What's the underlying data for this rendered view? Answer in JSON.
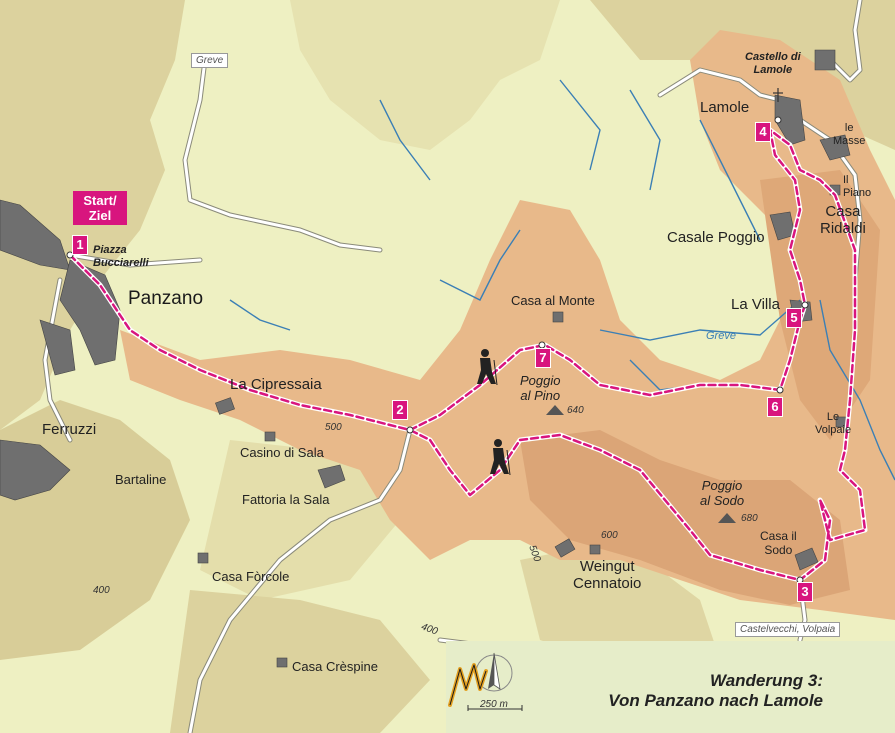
{
  "map": {
    "title_line1": "Wanderung 3:",
    "title_line2": "Von Panzano nach Lamole",
    "scale_label": "250 m",
    "start_label": "Start/\nZiel",
    "places": {
      "panzano": "Panzano",
      "piazza": "Piazza\nBucciarelli",
      "ferruzzi": "Ferruzzi",
      "bartaline": "Bartaline",
      "cipressaia": "La Cipressaia",
      "casino_sala": "Casino di Sala",
      "fattoria_sala": "Fattoria la Sala",
      "casa_forcole": "Casa Fòrcole",
      "casa_crespine": "Casa Crèspine",
      "casa_monte": "Casa al Monte",
      "poggio_pino": "Poggio\nal Pino",
      "weingut": "Weingut\nCennatoio",
      "poggio_sodo": "Poggio\nal Sodo",
      "casa_sodo": "Casa il\nSodo",
      "le_volpaie": "Le\nVolpaie",
      "la_villa": "La Villa",
      "casale_poggio": "Casale Poggio",
      "casa_ridaldi": "Casa\nRidaldi",
      "il_piano": "Il\nPiano",
      "le_masse": "le\nMasse",
      "lamole": "Lamole",
      "castello_lamole": "Castello di\nLamole"
    },
    "roads": {
      "greve_top": "Greve",
      "castelvecchi": "Castelvecchi, Volpaia"
    },
    "river": "Greve",
    "elevations": {
      "e500a": "500",
      "e500b": "500",
      "e400a": "400",
      "e400b": "400",
      "e600": "600",
      "e640": "640",
      "e680": "680"
    },
    "markers": [
      "1",
      "2",
      "3",
      "4",
      "5",
      "6",
      "7"
    ],
    "colors": {
      "route": "#d8157e",
      "terrain_low": "#eef0c2",
      "terrain_hill": "#dcd29e",
      "terrain_high": "#e8b98a",
      "river": "#3b7fb5"
    }
  }
}
